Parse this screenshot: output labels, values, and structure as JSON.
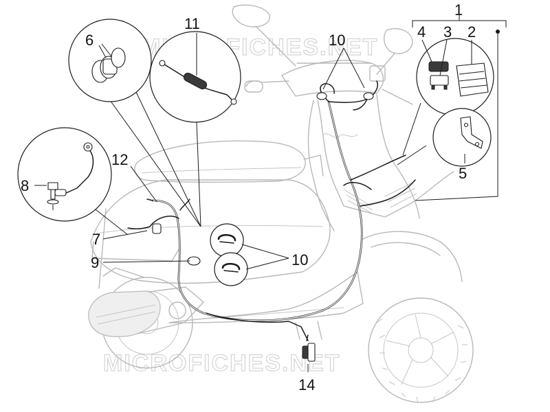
{
  "watermark": "MICROFICHES.NET",
  "callouts": {
    "c1": "1",
    "c2": "2",
    "c3": "3",
    "c4": "4",
    "c5": "5",
    "c6": "6",
    "c7": "7",
    "c8": "8",
    "c9": "9",
    "c10a": "10",
    "c10b": "10",
    "c11": "11",
    "c12": "12",
    "c14": "14"
  },
  "colors": {
    "line": "#1a1a1a",
    "ghost": "#b8b8b8",
    "watermark": "#d4d4d4"
  }
}
